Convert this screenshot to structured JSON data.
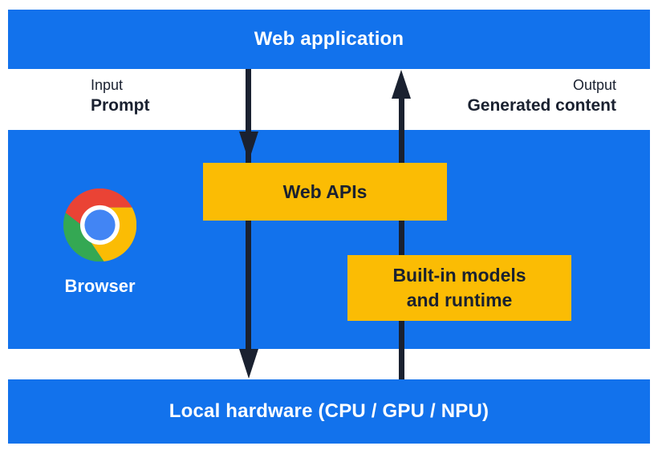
{
  "colors": {
    "band_blue": "#1272EC",
    "box_yellow": "#FBBC04",
    "ink_navy": "#1A2130",
    "label_white": "#FFFFFF",
    "chrome_red": "#EA4335",
    "chrome_yellow": "#FBBC04",
    "chrome_green": "#34A853",
    "chrome_blue": "#4285F4"
  },
  "top_bar": {
    "label": "Web application"
  },
  "io": {
    "input_title": "Input",
    "input_value": "Prompt",
    "output_title": "Output",
    "output_value": "Generated content"
  },
  "browser": {
    "label": "Browser",
    "icon": "chrome-icon"
  },
  "boxes": {
    "web_apis": "Web APIs",
    "builtin_line1": "Built-in models",
    "builtin_line2": "and runtime"
  },
  "bottom_bar": {
    "label": "Local hardware (CPU / GPU / NPU)"
  }
}
